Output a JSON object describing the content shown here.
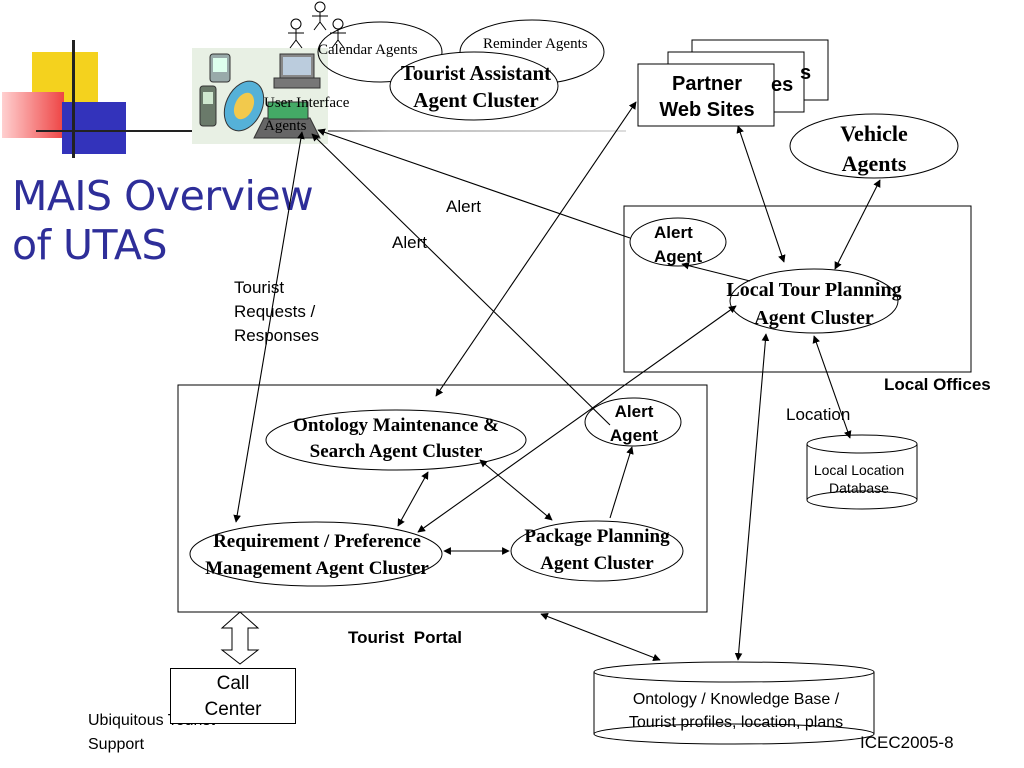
{
  "slide": {
    "title_line1": "MAIS Overview",
    "title_line2": "of UTAS",
    "footer_left_line1": "Ubiquitous Tourist",
    "footer_left_line2": "Support",
    "footer_right": "ICEC2005-8"
  },
  "diagram": {
    "calendar_agents": "Calendar Agents",
    "reminder_agents": "Reminder Agents",
    "tourist_assistant_line1": "Tourist Assistant",
    "tourist_assistant_line2": "Agent Cluster",
    "ui_agents_line1": "User Interface",
    "ui_agents_line2": "Agents",
    "partner_line1": "Partner",
    "partner_line2": "Web Sites",
    "partner_back_fragment1": "s",
    "partner_back_fragment2": "es",
    "vehicle_line1": "Vehicle",
    "vehicle_line2": "Agents",
    "alert_label_1": "Alert",
    "alert_label_2": "Alert",
    "tourist_requests_line1": "Tourist",
    "tourist_requests_line2": "Requests /",
    "tourist_requests_line3": "Responses",
    "alert_agent_local_line1": "Alert",
    "alert_agent_local_line2": "Agent",
    "local_tour_line1": "Local Tour Planning",
    "local_tour_line2": "Agent Cluster",
    "local_offices": "Local Offices",
    "location_label": "Location",
    "local_db_line1": "Local Location",
    "local_db_line2": "Database",
    "ontology_line1": "Ontology Maintenance &",
    "ontology_line2": "Search Agent Cluster",
    "alert_agent_portal_line1": "Alert",
    "alert_agent_portal_line2": "Agent",
    "requirement_line1": "Requirement / Preference",
    "requirement_line2": "Management Agent Cluster",
    "package_line1": "Package Planning",
    "package_line2": "Agent Cluster",
    "tourist_portal": "Tourist  Portal",
    "call_center_line1": "Call",
    "call_center_line2": "Center",
    "kb_line1": "Ontology / Knowledge Base /",
    "kb_line2": "Tourist profiles, location, plans"
  },
  "colors": {
    "title": "#2e2e99",
    "deco_yellow": "#f4d21e",
    "deco_red": "#ee4444",
    "deco_blue": "#3333bb"
  }
}
